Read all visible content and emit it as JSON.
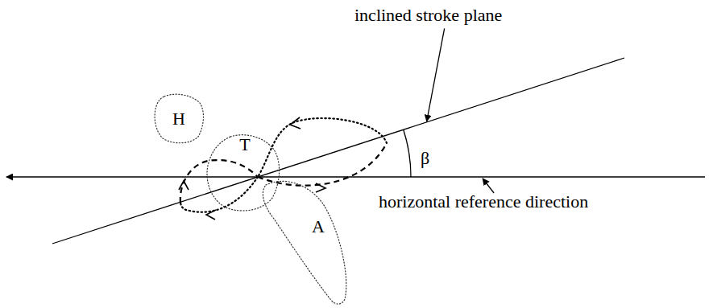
{
  "diagram": {
    "nodes": [
      {
        "text": [
          "H"
        ]
      },
      {
        "text": [
          "T"
        ]
      },
      {
        "text": [
          "A"
        ]
      }
    ],
    "labels": [
      "inclined stroke plane",
      "β",
      "horizontal reference direction"
    ]
  }
}
